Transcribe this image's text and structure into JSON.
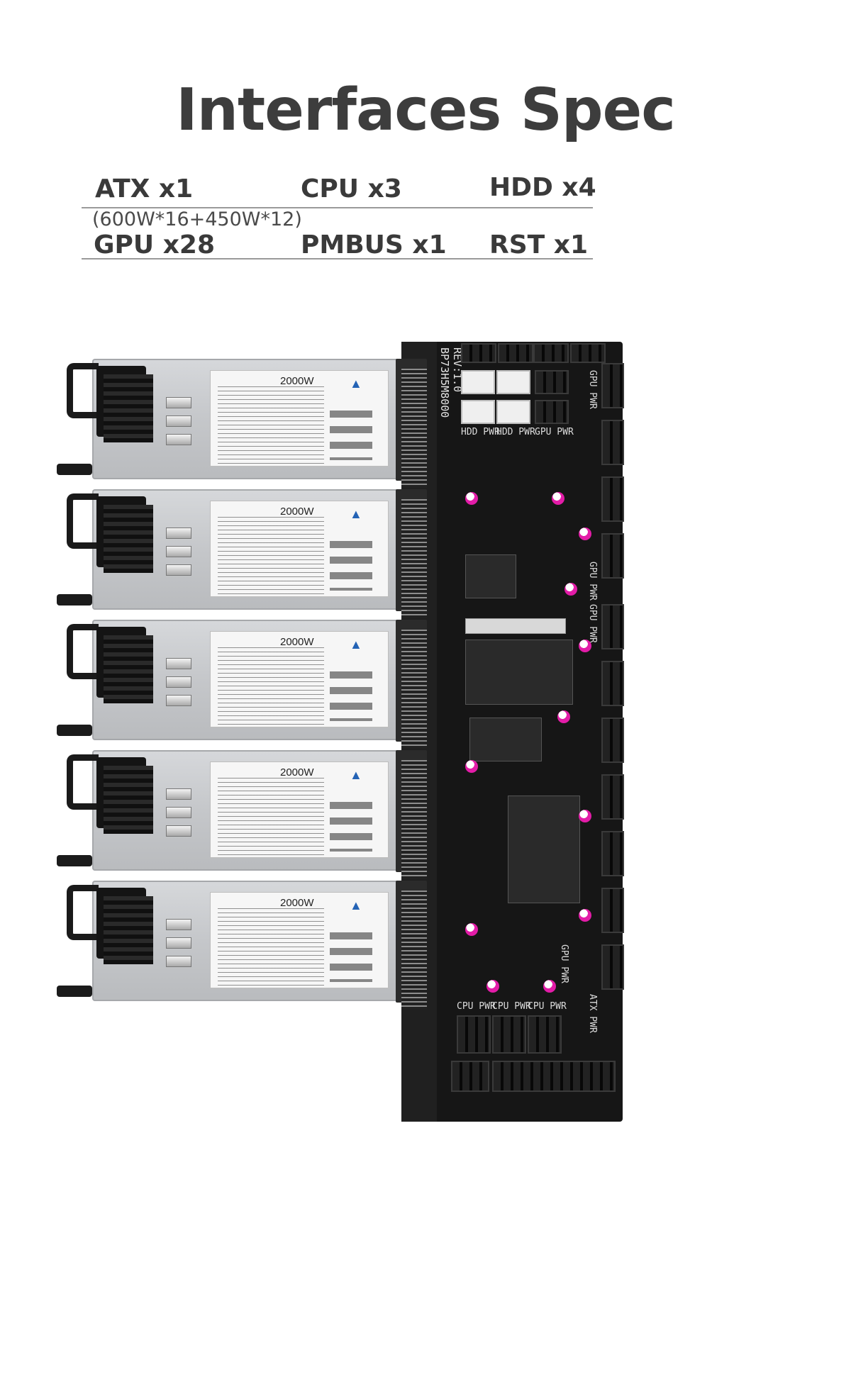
{
  "title": "Interfaces Spec",
  "specs": {
    "row1": [
      {
        "label": "ATX  x1"
      },
      {
        "label": "CPU  x3"
      },
      {
        "label": "HDD  x4"
      }
    ],
    "gpu_note": "(600W*16+450W*12)",
    "row2": [
      {
        "label": "GPU  x28"
      },
      {
        "label": "PMBUS  x1"
      },
      {
        "label": "RST  x1"
      }
    ]
  },
  "psu": {
    "wattage": "2000W",
    "count": 5
  },
  "board": {
    "model": "BP73H5M8000",
    "rev": "REV:1.0",
    "silk_labels": [
      "HDD PWR",
      "HDD PWR",
      "GPU PWR",
      "GPU PWR",
      "GPU PWR",
      "GPU PWR",
      "CPU PWR",
      "CPU PWR",
      "CPU PWR",
      "GPU PWR",
      "ATX PWR"
    ]
  }
}
